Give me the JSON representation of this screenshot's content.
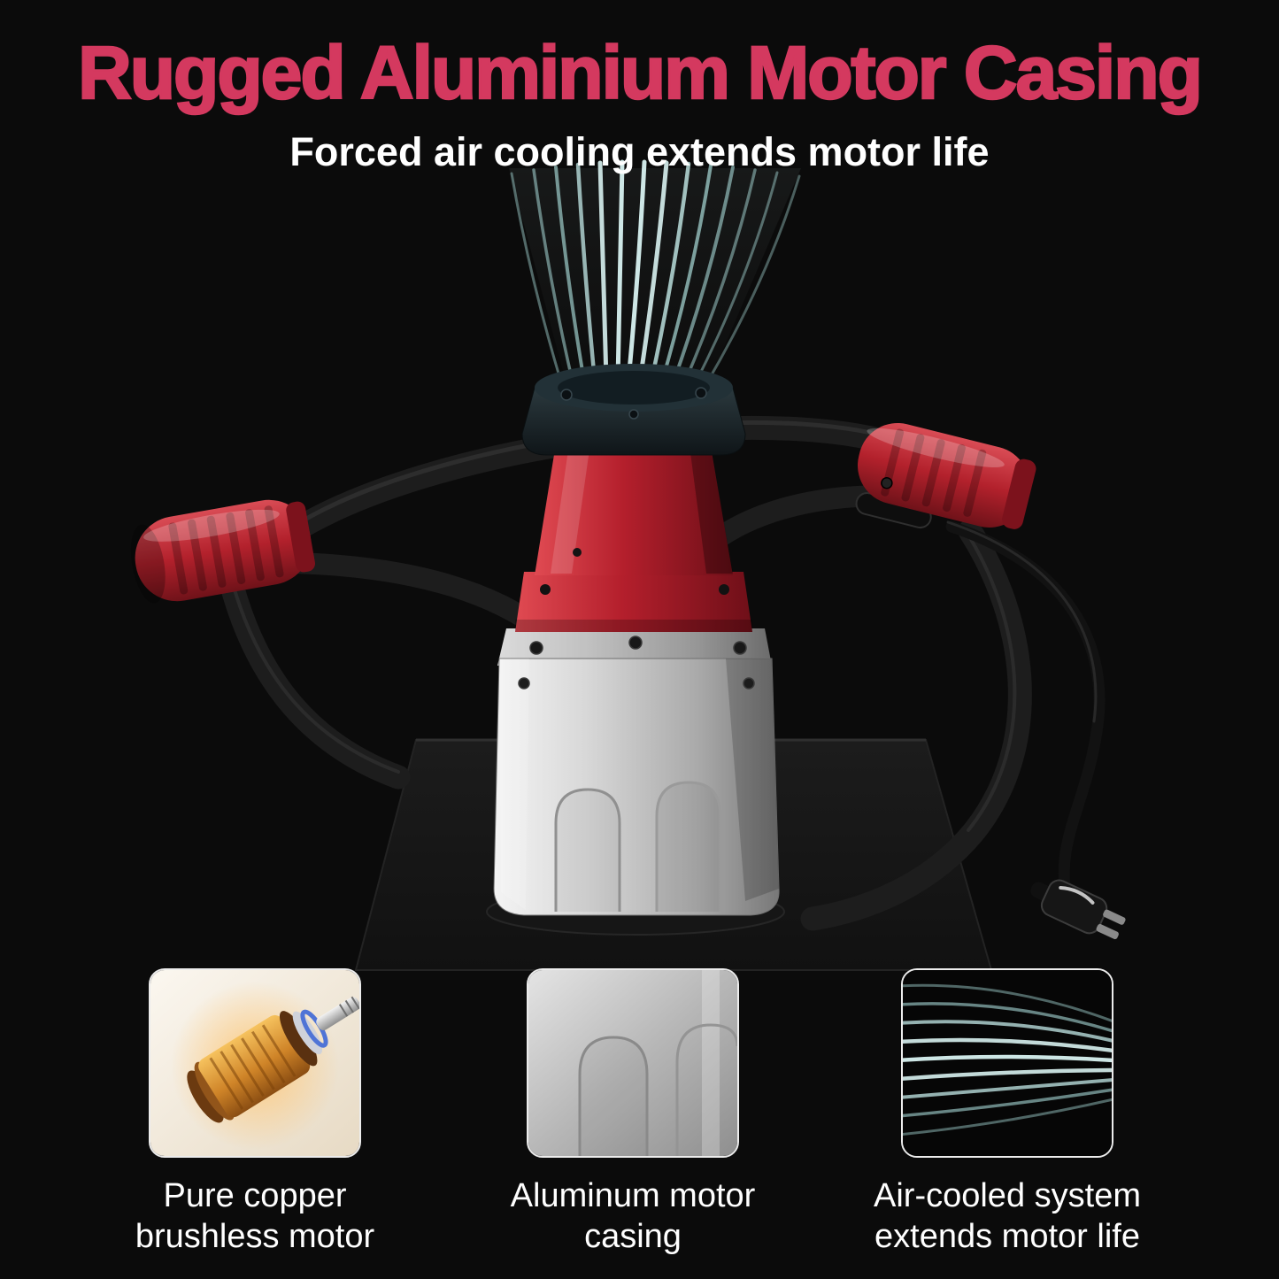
{
  "page": {
    "title": "Rugged Aluminium Motor Casing",
    "subtitle": "Forced air cooling extends motor life"
  },
  "colors": {
    "background": "#0b0b0b",
    "title_text": "#d4395f",
    "subtitle_text": "#ffffff",
    "airflow_lines": "#a9dbd9",
    "motor_housing_red": "#b32230",
    "aluminum_casing_silver": "#c4c4c4",
    "handle_grip_red": "#c0323e",
    "caption_text": "#ffffff"
  },
  "features": [
    {
      "thumbnail": "copper-motor-photo",
      "caption_line1": "Pure copper",
      "caption_line2": "brushless motor"
    },
    {
      "thumbnail": "aluminum-casing-photo",
      "caption_line1": "Aluminum motor",
      "caption_line2": "casing"
    },
    {
      "thumbnail": "air-cooling-photo",
      "caption_line1": "Air-cooled system",
      "caption_line2": "extends motor life"
    }
  ]
}
